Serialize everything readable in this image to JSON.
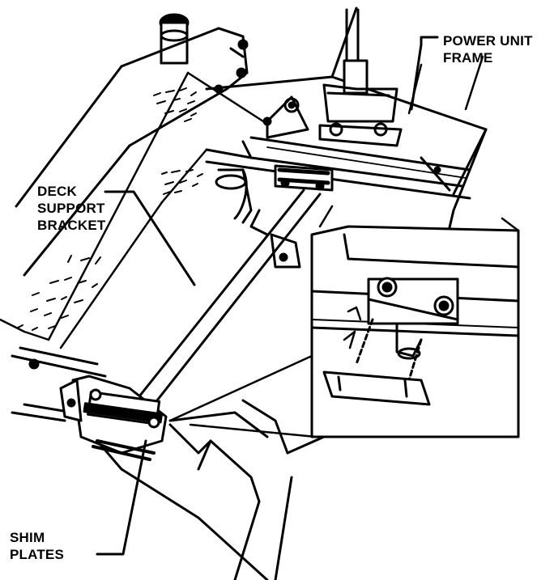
{
  "labels": {
    "power_unit_frame": [
      "POWER UNIT",
      "FRAME"
    ],
    "deck_support_bracket": [
      "DECK",
      "SUPPORT",
      "BRACKET"
    ],
    "shim_plates": [
      "SHIM",
      "PLATES"
    ]
  },
  "colors": {
    "ink": "#000000",
    "paper": "#ffffff"
  }
}
